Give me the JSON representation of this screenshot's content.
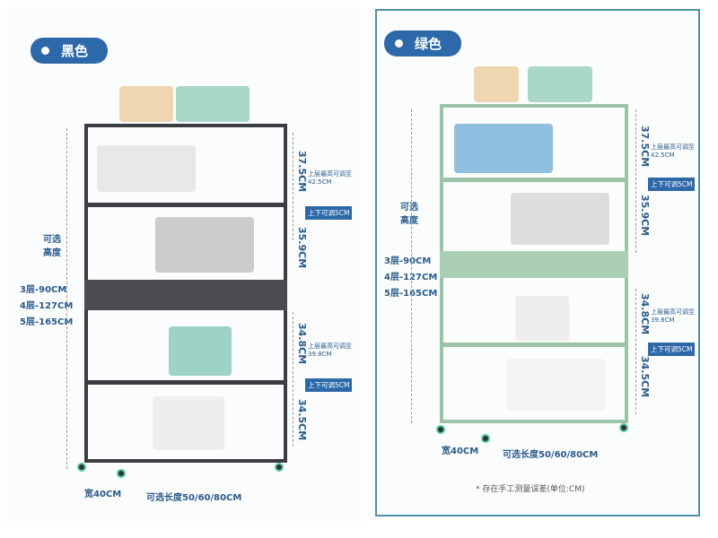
{
  "left": {
    "color_label": "黑色",
    "height_title": "可选高度",
    "options": [
      "3层-90CM",
      "4层-127CM",
      "5层-165CM"
    ],
    "dims": [
      "37.5CM",
      "35.9CM",
      "34.8CM",
      "34.5CM"
    ],
    "note1": "上层最高可调至42.5CM",
    "note2": "上层最高可调至39.8CM",
    "badge": "上下可调5CM",
    "width": "宽40CM",
    "length": "可选长度50/60/80CM",
    "frame_color": "#3b3d40"
  },
  "right": {
    "color_label": "绿色",
    "height_title": "可选高度",
    "options": [
      "3层-90CM",
      "4层-127CM",
      "5层-165CM"
    ],
    "dims": [
      "37.5CM",
      "35.9CM",
      "34.8CM",
      "34.5CM"
    ],
    "note1": "上层最高可调至42.5CM",
    "note2": "上层最高可调至39.8CM",
    "badge": "上下可调5CM",
    "width": "宽40CM",
    "length": "可选长度50/60/80CM",
    "footnote": "* 存在手工测量误差(单位:CM)",
    "frame_color": "#9cc3a8"
  }
}
